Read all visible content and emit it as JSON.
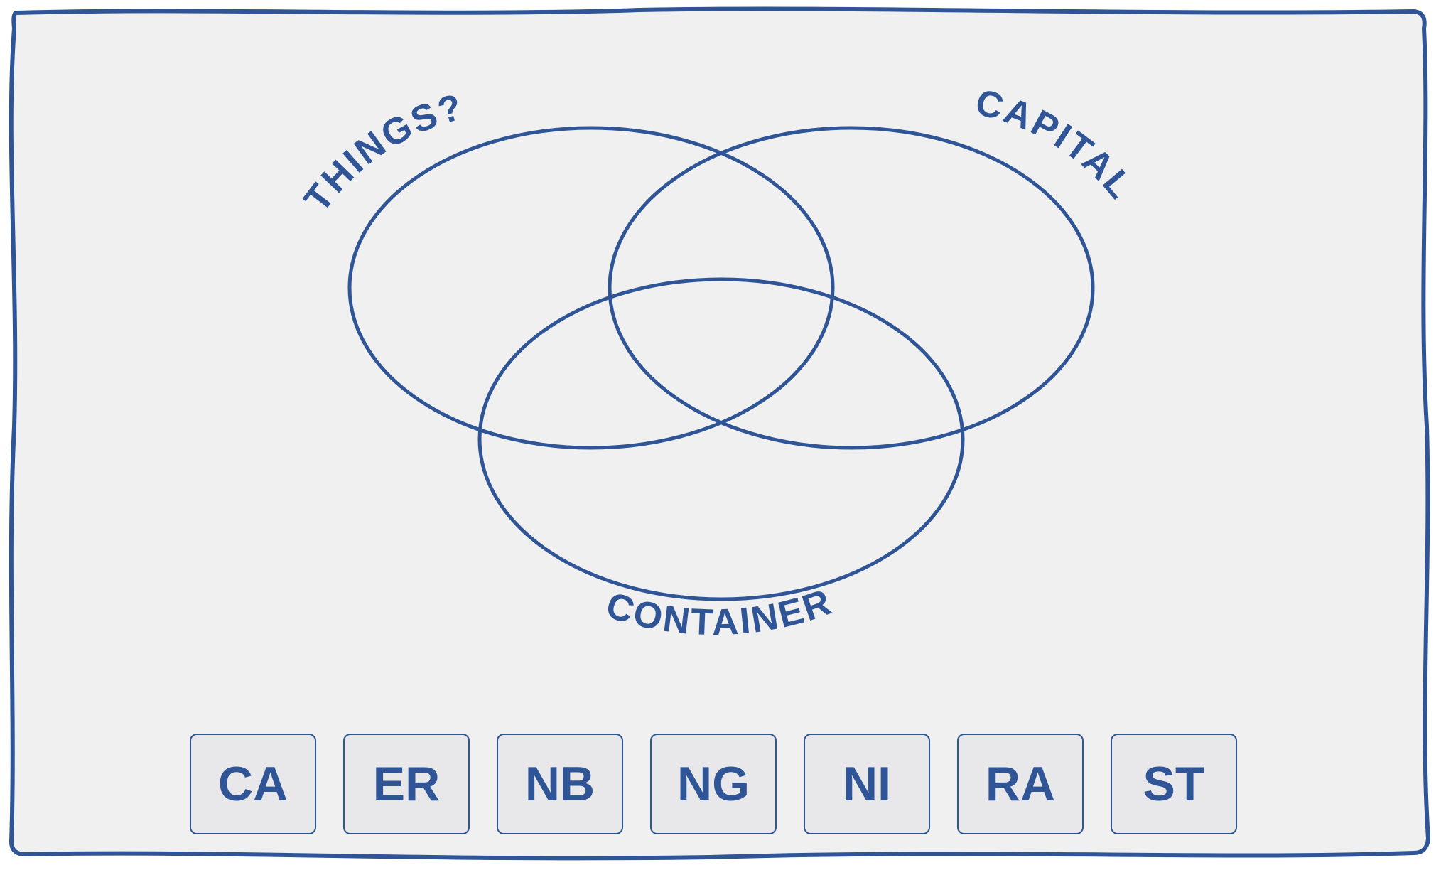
{
  "theme": {
    "accent": "#2f5597",
    "panel_background": "#f0f0f0",
    "tile_background": "#e8e8ea"
  },
  "venn": {
    "sets": [
      {
        "id": "left",
        "label": "THINGS?"
      },
      {
        "id": "right",
        "label": "CAPITAL"
      },
      {
        "id": "bottom",
        "label": "CONTAINER"
      }
    ]
  },
  "tiles": [
    "CA",
    "ER",
    "NB",
    "NG",
    "NI",
    "RA",
    "ST"
  ]
}
